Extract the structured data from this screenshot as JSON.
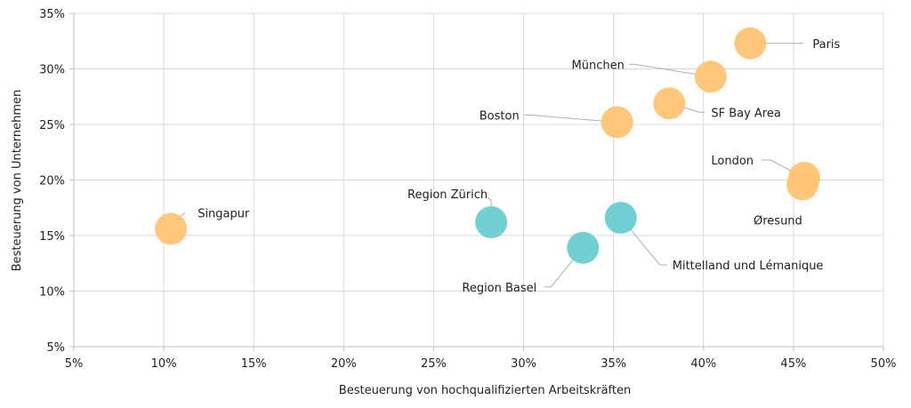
{
  "chart_data": {
    "type": "scatter",
    "xlabel": "Besteuerung von hochqualifizierten Arbeitskräften",
    "ylabel": "Besteuerung von Unternehmen",
    "xlim": [
      5,
      50
    ],
    "ylim": [
      5,
      35
    ],
    "x_ticks": [
      "5%",
      "10%",
      "15%",
      "20%",
      "25%",
      "30%",
      "35%",
      "40%",
      "45%",
      "50%"
    ],
    "y_ticks": [
      "5%",
      "10%",
      "15%",
      "20%",
      "25%",
      "30%",
      "35%"
    ],
    "grid": true,
    "colors": {
      "international": "#ffc475",
      "swiss": "#69cdd2"
    },
    "points": [
      {
        "label": "Singapur",
        "x": 10.4,
        "y": 15.6,
        "group": "international"
      },
      {
        "label": "Region Zürich",
        "x": 28.2,
        "y": 16.2,
        "group": "swiss"
      },
      {
        "label": "Region Basel",
        "x": 33.3,
        "y": 13.9,
        "group": "swiss"
      },
      {
        "label": "Mittelland und Lémanique",
        "x": 35.4,
        "y": 16.6,
        "group": "swiss"
      },
      {
        "label": "Boston",
        "x": 35.2,
        "y": 25.2,
        "group": "international"
      },
      {
        "label": "SF Bay Area",
        "x": 38.1,
        "y": 26.9,
        "group": "international"
      },
      {
        "label": "München",
        "x": 40.4,
        "y": 29.3,
        "group": "international"
      },
      {
        "label": "Paris",
        "x": 42.6,
        "y": 32.3,
        "group": "international"
      },
      {
        "label": "London",
        "x": 45.6,
        "y": 20.2,
        "group": "international"
      },
      {
        "label": "Øresund",
        "x": 45.5,
        "y": 19.6,
        "group": "international"
      }
    ]
  }
}
